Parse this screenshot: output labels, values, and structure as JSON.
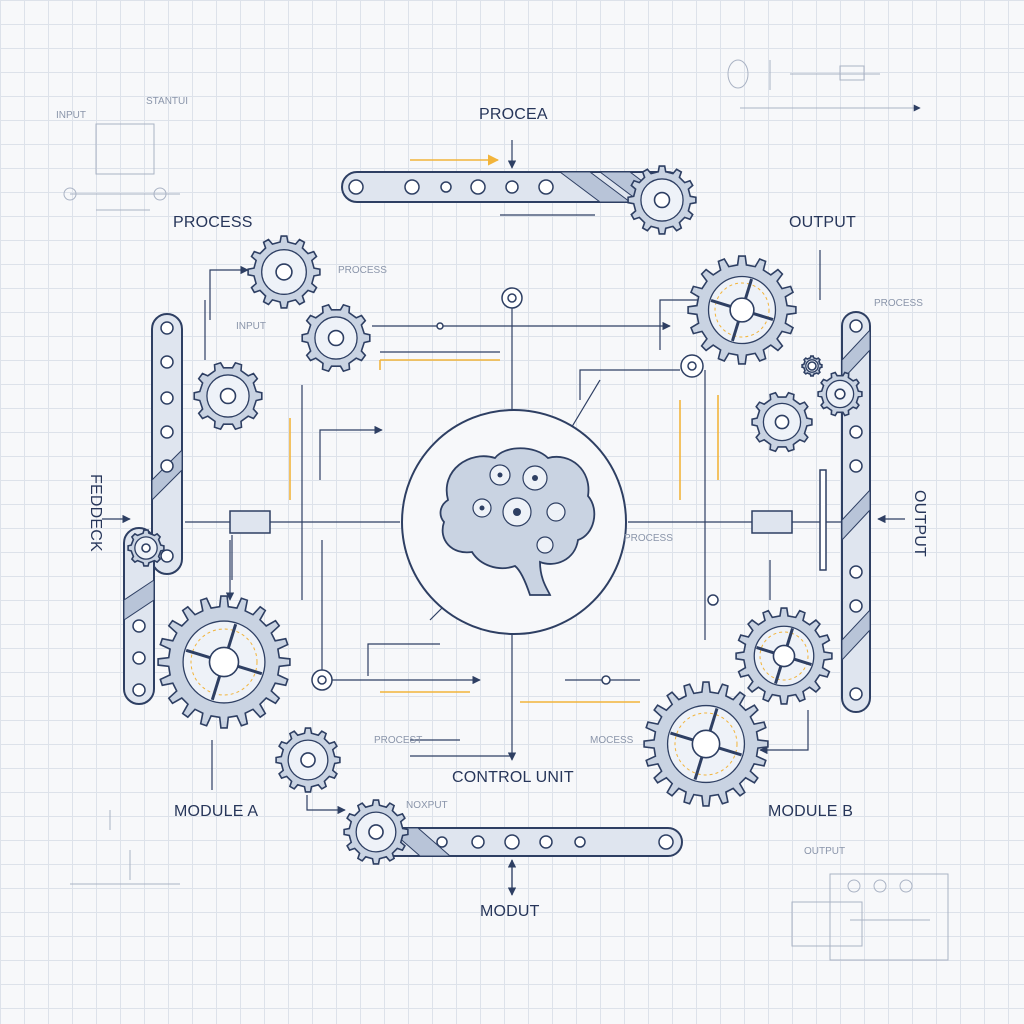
{
  "labels": {
    "top": "PROCEA",
    "process_left": "PROCESS",
    "output_right": "OUTPUT",
    "feedback": "FEDDECK",
    "output_vertical": "OUTPUT",
    "control_unit": "CONTROL UNIT",
    "module_a": "MODULE A",
    "module_b": "MODULE B",
    "bottom": "MODUT"
  },
  "small_labels": {
    "input_top_left": "INPUT",
    "stantu": "STANTUI",
    "process_small_1": "PROCESS",
    "input_small": "INPUT",
    "process_small_right": "PROCESS",
    "process_center": "PROCESS",
    "procest": "PROCEST",
    "mocess": "MOCESS",
    "noxput": "NOXPUT",
    "output_small_bottom": "OUTPUT"
  },
  "colors": {
    "ink": "#27365a",
    "line": "#2e3f63",
    "gear_fill": "#c9d3e2",
    "accent": "#f2b43b",
    "faint": "#aab3c4"
  }
}
